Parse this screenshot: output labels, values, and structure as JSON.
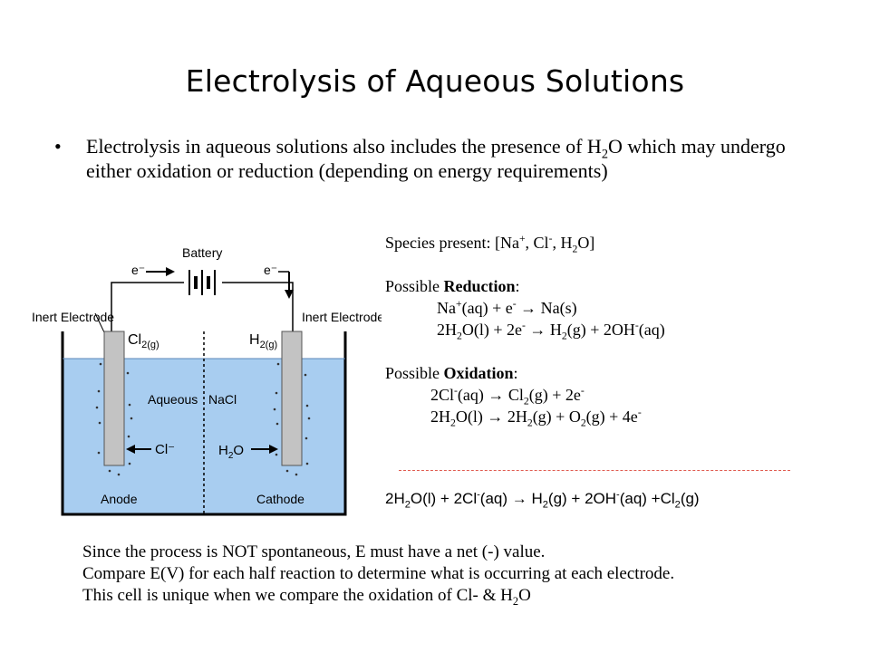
{
  "slide_title": "Electrolysis of Aqueous Solutions",
  "bullet": {
    "symbol": "•",
    "t1": "Electrolysis in aqueous solutions also includes the presence of H",
    "sub": "2",
    "t2": "O which may undergo either oxidation or reduction (depending on energy requirements)"
  },
  "diagram": {
    "battery": "Battery",
    "e_left": "e⁻",
    "e_right": "e⁻",
    "inert_left": "Inert Electrode",
    "inert_right": "Inert Electrode",
    "cl2_left": "Cl",
    "cl2_sub": "2(g)",
    "h2_left": "H",
    "h2_sub": "2(g)",
    "aqueous": "Aqueous",
    "nacl": "NaCl",
    "cl_minus": "Cl⁻",
    "h2o_h": "H",
    "h2o_sub": "2",
    "h2o_o": "O",
    "anode": "Anode",
    "cathode": "Cathode",
    "colors": {
      "solution": "#a8cdf0",
      "electrode": "#c3c3c3"
    }
  },
  "species": {
    "prefix": "Species present:  [Na",
    "sup1": "+",
    "mid1": ", Cl",
    "sup2": "-",
    "mid2": ", H",
    "sub": "2",
    "end": "O]"
  },
  "reduction": {
    "head1": "Possible ",
    "head2": "Reduction",
    "head3": ":",
    "r1": {
      "a": "Na",
      "sup": "+",
      "b": "(aq) + e",
      "sup2": "-",
      "arrow": " → ",
      "c": "Na(s)"
    },
    "r2": {
      "a": "2H",
      "sub": "2",
      "b": "O(l) + 2e",
      "sup": "-",
      "arrow": " → ",
      "c": "H",
      "sub2": "2",
      "d": "(g) + 2OH",
      "sup2": "-",
      "e": "(aq)"
    }
  },
  "oxidation": {
    "head1": "Possible ",
    "head2": "Oxidation",
    "head3": ":",
    "o1": {
      "a": "2Cl",
      "sup": "-",
      "b": "(aq)",
      "arrow": " → ",
      "c": "Cl",
      "sub": "2",
      "d": "(g) + 2e",
      "sup2": "-"
    },
    "o2": {
      "a": "2H",
      "sub": "2",
      "b": "O(l)",
      "arrow": " → ",
      "c": "2H",
      "sub2": "2",
      "d": "(g) + O",
      "sub3": "2",
      "e": "(g) + 4e",
      "sup": "-"
    }
  },
  "net": {
    "a": "2H",
    "sub": "2",
    "b": "O(l) + 2Cl",
    "sup": "-",
    "c": "(aq)",
    "arrow": " → ",
    "d": "H",
    "sub2": "2",
    "e": "(g)  + 2OH",
    "sup2": "-",
    "f": "(aq) +Cl",
    "sub3": "2",
    "g": "(g)"
  },
  "notes": {
    "n1": "Since the process is NOT spontaneous, E must have a net (-) value.",
    "n2": "Compare  E(V) for each half reaction to determine what is occurring at each electrode.",
    "n3a": "This cell is unique when we compare the oxidation of Cl- & H",
    "n3sub": "2",
    "n3b": "O"
  }
}
